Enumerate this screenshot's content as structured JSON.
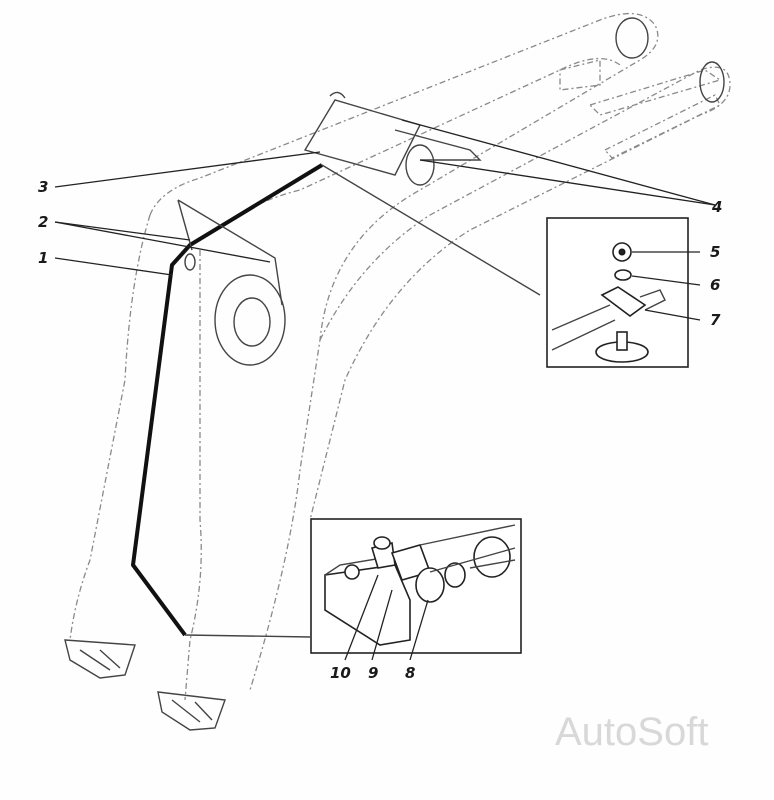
{
  "callouts": {
    "c1": "1",
    "c2": "2",
    "c3": "3",
    "c4": "4",
    "c5": "5",
    "c6": "6",
    "c7": "7",
    "c8": "8",
    "c9": "9",
    "c10": "10"
  },
  "watermark": "AutoSoft",
  "colors": {
    "ink": "#1a1a1a",
    "outline": "#8a8a8a",
    "tube": "#111111"
  }
}
